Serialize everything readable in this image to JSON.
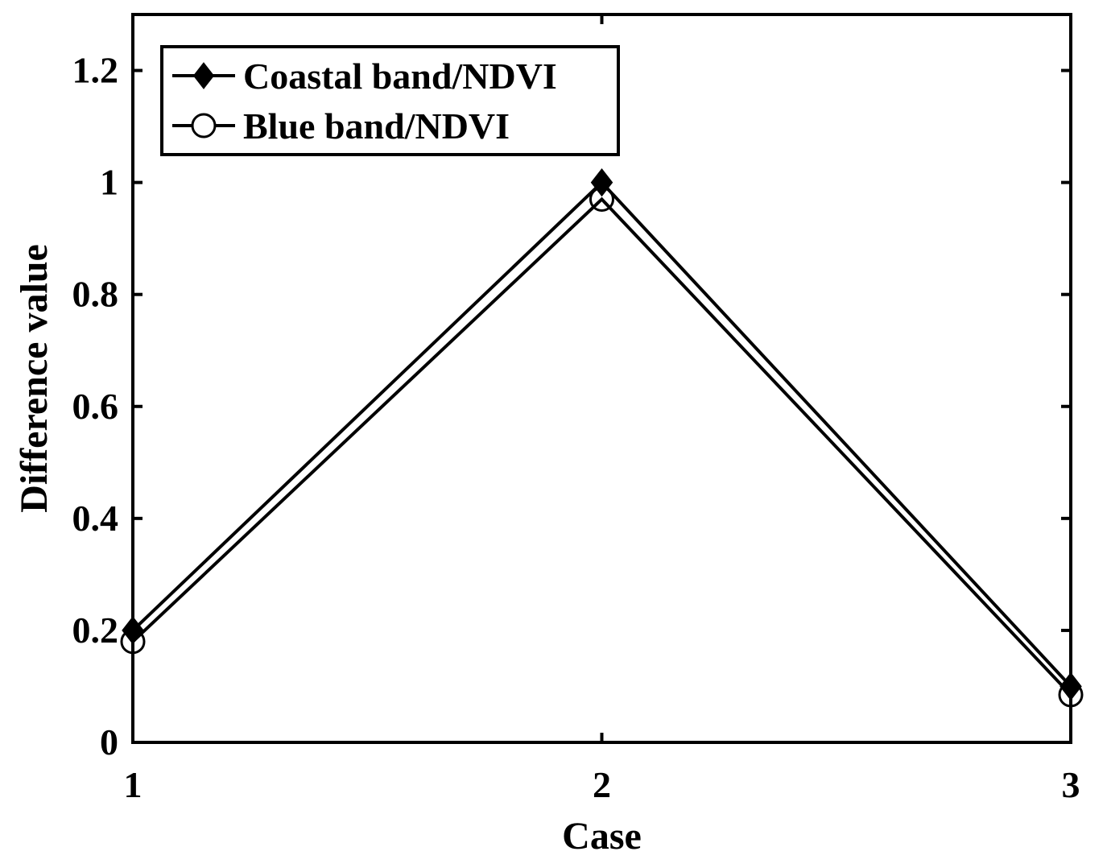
{
  "chart_data": {
    "type": "line",
    "x": [
      1,
      2,
      3
    ],
    "xticks": [
      "1",
      "2",
      "3"
    ],
    "yticks": [
      "0",
      "0.2",
      "0.4",
      "0.6",
      "0.8",
      "1",
      "1.2"
    ],
    "xlabel": "Case",
    "ylabel": "Difference value",
    "xlim": [
      1,
      3
    ],
    "ylim": [
      0,
      1.3
    ],
    "grid": false,
    "legend_position": "top-left",
    "series": [
      {
        "name": "Coastal band/NDVI",
        "marker": "filled-diamond",
        "color": "#000000",
        "values": [
          0.2,
          1.0,
          0.1
        ]
      },
      {
        "name": "Blue band/NDVI",
        "marker": "open-circle",
        "color": "#000000",
        "values": [
          0.18,
          0.97,
          0.085
        ]
      }
    ]
  }
}
